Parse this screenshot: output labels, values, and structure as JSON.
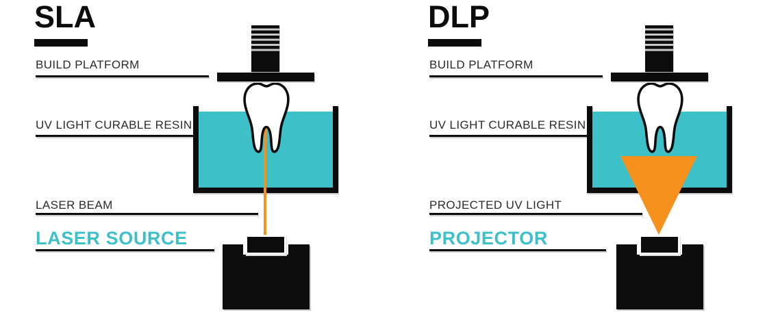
{
  "colors": {
    "teal": "#3EC0C9",
    "orange": "#F6911E",
    "black": "#0c0c0c",
    "label": "#2a2a2a"
  },
  "panels": [
    {
      "id": "sla",
      "title": "SLA",
      "labels": {
        "build_platform": "BUILD PLATFORM",
        "resin": "UV LIGHT CURABLE RESIN",
        "light": "LASER BEAM",
        "source": "LASER SOURCE"
      },
      "light_type": "beam"
    },
    {
      "id": "dlp",
      "title": "DLP",
      "labels": {
        "build_platform": "BUILD PLATFORM",
        "resin": "UV LIGHT CURABLE RESIN",
        "light": "PROJECTED UV LIGHT",
        "source": "PROJECTOR"
      },
      "light_type": "cone"
    }
  ]
}
